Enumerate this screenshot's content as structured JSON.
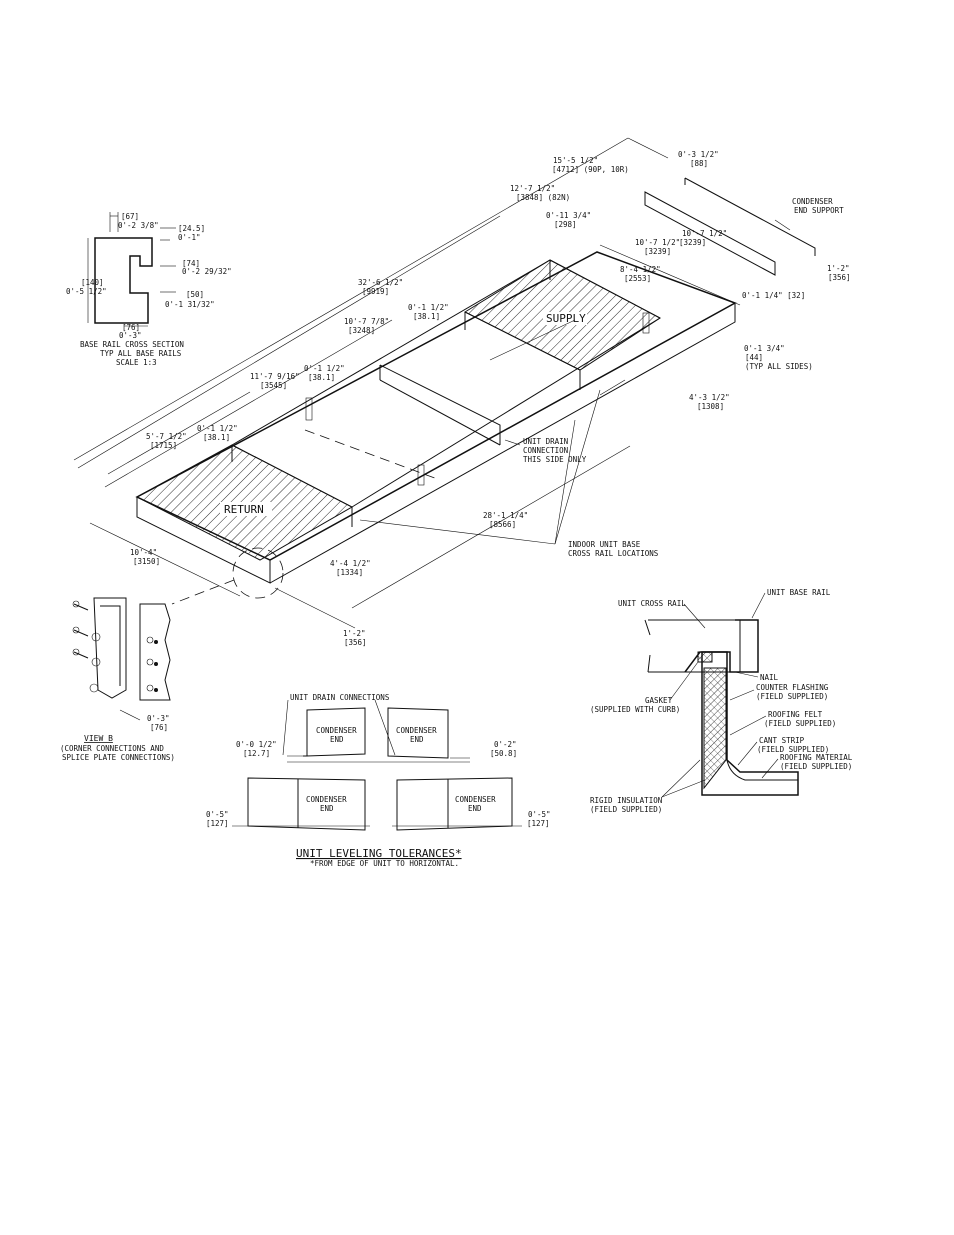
{
  "base_rail_section": {
    "dim_67": "[67]",
    "dim_0_2_3_8": "0'-2 3/8\"",
    "dim_24_5": "[24.5]",
    "dim_0_1": "0'-1\"",
    "dim_74": "[74]",
    "dim_0_2_29_32": "0'-2 29/32\"",
    "dim_140": "[140]",
    "dim_0_5_1_2": "0'-5 1/2\"",
    "dim_50": "[50]",
    "dim_0_1_31_32": "0'-1 31/32\"",
    "dim_76": "[76]",
    "dim_0_3": "0'-3\"",
    "caption1": "BASE RAIL CROSS SECTION",
    "caption2": "TYP ALL BASE RAILS",
    "caption3": "SCALE 1:3"
  },
  "main": {
    "d_15_5": "15'-5 1/2\"",
    "d_4712": "[4712] (90P, 10R)",
    "d_0_3_5": "0'-3 1/2\"",
    "d_88": "[88]",
    "d_12_7": "12'-7 1/2\"",
    "d_3848": "[3848] (82N)",
    "condenser_support_1": "CONDENSER",
    "condenser_support_2": "END SUPPORT",
    "d_0_11": "0'-11 3/4\"",
    "d_298": "[298]",
    "d_10_7a": "10'-7 1/2\"",
    "d_3239a": "[3239]",
    "d_10_7b": "10'-7 1/2\"",
    "d_3239b": "[3239]",
    "d_1_2a": "1'-2\"",
    "d_356a": "[356]",
    "d_8_4": "8'-4 1/2\"",
    "d_2553": "[2553]",
    "d_0_1_1_4": "0'-1 1/4\" [32]",
    "d_32_6": "32'-6 1/2\"",
    "d_9919": "[9919]",
    "d_0_1_5a": "0'-1 1/2\"",
    "d_38a": "[38.1]",
    "supply": "SUPPLY",
    "d_10_7_7_8": "10'-7 7/8\"",
    "d_3248": "[3248]",
    "d_0_1_3_4": "0'-1 3/4\"",
    "d_44": "[44]",
    "typ_all_sides": "(TYP ALL SIDES)",
    "d_11_7": "11'-7 9/16\"",
    "d_3545": "[3545]",
    "d_0_1_5b": "0'-1 1/2\"",
    "d_38b": "[38.1]",
    "d_4_3": "4'-3 1/2\"",
    "d_1308": "[1308]",
    "d_0_1_5c": "0'-1 1/2\"",
    "d_38c": "[38.1]",
    "d_5_7": "5'-7 1/2\"",
    "d_1715": "[1715]",
    "drain1": "UNIT DRAIN",
    "drain2": "CONNECTION",
    "drain3": "THIS SIDE ONLY",
    "return": "RETURN",
    "d_28_1": "28'-1 1/4\"",
    "d_8566": "[8566]",
    "cross_rail1": "INDOOR UNIT BASE",
    "cross_rail2": "CROSS RAIL LOCATIONS",
    "d_10_4": "10'-4\"",
    "d_3150": "[3150]",
    "d_4_4": "4'-4 1/2\"",
    "d_1334": "[1334]",
    "d_1_2b": "1'-2\"",
    "d_356b": "[356]"
  },
  "view_b": {
    "d_0_3": "0'-3\"",
    "d_76": "[76]",
    "title": "VIEW B",
    "sub1": "(CORNER CONNECTIONS AND",
    "sub2": "SPLICE PLATE CONNECTIONS)"
  },
  "leveling": {
    "drain_label": "UNIT DRAIN CONNECTIONS",
    "cond_end_1a": "CONDENSER",
    "cond_end_1b": "END",
    "cond_end_2a": "CONDENSER",
    "cond_end_2b": "END",
    "cond_end_3a": "CONDENSER",
    "cond_end_3b": "END",
    "cond_end_4a": "CONDENSER",
    "cond_end_4b": "END",
    "d_0_0_5": "0'-0 1/2\"",
    "d_12_7": "[12.7]",
    "d_0_2": "0'-2\"",
    "d_50_8": "[50.8]",
    "d_0_5a": "0'-5\"",
    "d_127a": "[127]",
    "d_0_5b": "0'-5\"",
    "d_127b": "[127]",
    "title": "UNIT LEVELING TOLERANCES*",
    "note": "*FROM EDGE OF UNIT TO HORIZONTAL."
  },
  "curb_detail": {
    "cross_rail": "UNIT CROSS RAIL",
    "base_rail": "UNIT BASE RAIL",
    "nail": "NAIL",
    "gasket1": "GASKET",
    "gasket2": "(SUPPLIED WITH CURB)",
    "flash1": "COUNTER FLASHING",
    "flash2": "(FIELD SUPPLIED)",
    "felt1": "ROOFING FELT",
    "felt2": "(FIELD SUPPLIED)",
    "cant1": "CANT STRIP",
    "cant2": "(FIELD SUPPLIED)",
    "mat1": "ROOFING MATERIAL",
    "mat2": "(FIELD SUPPLIED)",
    "insul1": "RIGID INSULATION",
    "insul2": "(FIELD SUPPLIED)"
  }
}
